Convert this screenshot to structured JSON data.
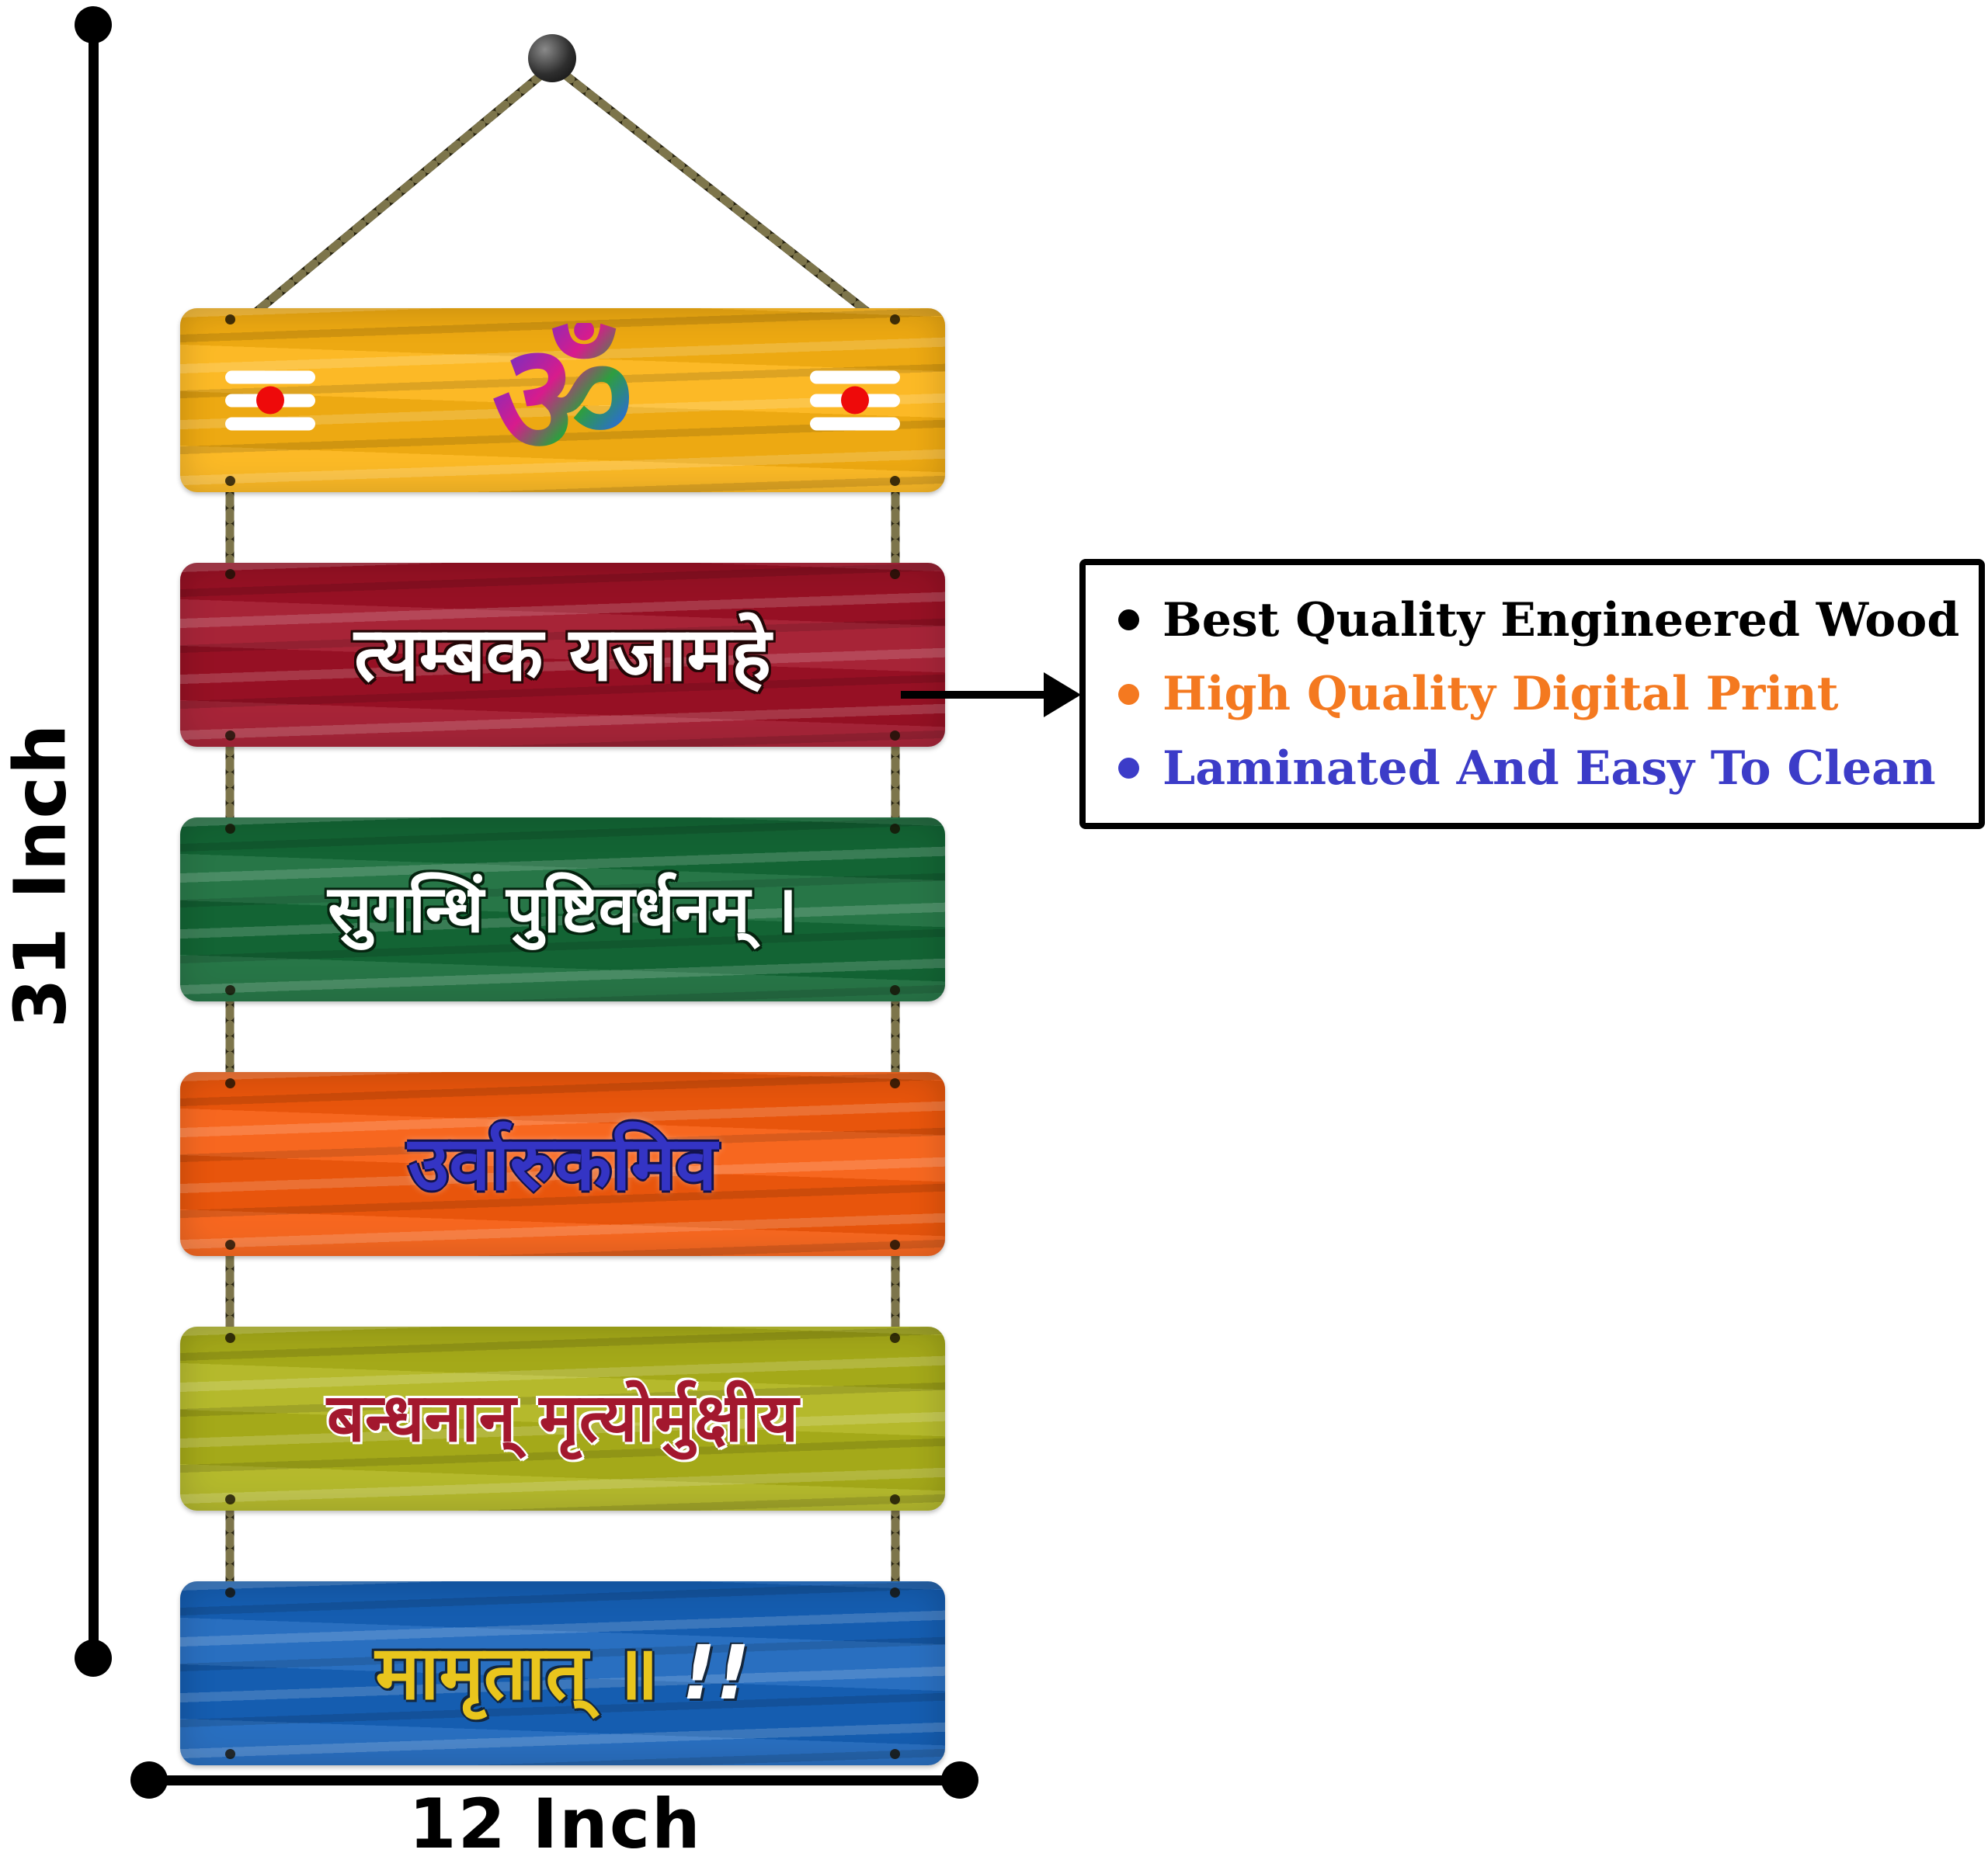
{
  "canvas": {
    "bg": "#ffffff"
  },
  "hanging": {
    "planks": [
      {
        "name": "om-plank",
        "bg": "#fcb414",
        "text": "ॐ"
      },
      {
        "name": "mantra-line-1",
        "bg": "#a01227",
        "text": "त्यम्बक यजामहे",
        "text_color": "#ffffff"
      },
      {
        "name": "mantra-line-2",
        "bg": "#156b38",
        "text": "सुगन्धिं पुष्टिवर्धनम् ।",
        "text_color": "#ffffff"
      },
      {
        "name": "mantra-line-3",
        "bg": "#f75b0d",
        "text": "उर्वारुकमिव",
        "text_color": "#3434c4"
      },
      {
        "name": "mantra-line-4",
        "bg": "#afb41b",
        "text": "बन्धनान् मृत्योर्मुक्षीय",
        "text_color": "#a3182e"
      },
      {
        "name": "mantra-line-5",
        "bg": "#1763bb",
        "text": "मामृतात् ॥",
        "suffix": "!!",
        "text_color": "#e9c51d",
        "suffix_color": "#ffffff"
      }
    ]
  },
  "dimensions": {
    "height_label": "31 Inch",
    "width_label": "12 Inch"
  },
  "features": {
    "items": [
      {
        "label": "Best Quality Engineered Wood",
        "color": "#000000"
      },
      {
        "label": "High Quality Digital Print",
        "color": "#f47920"
      },
      {
        "label": "Laminated And Easy To Clean",
        "color": "#3c3cc8"
      }
    ]
  }
}
